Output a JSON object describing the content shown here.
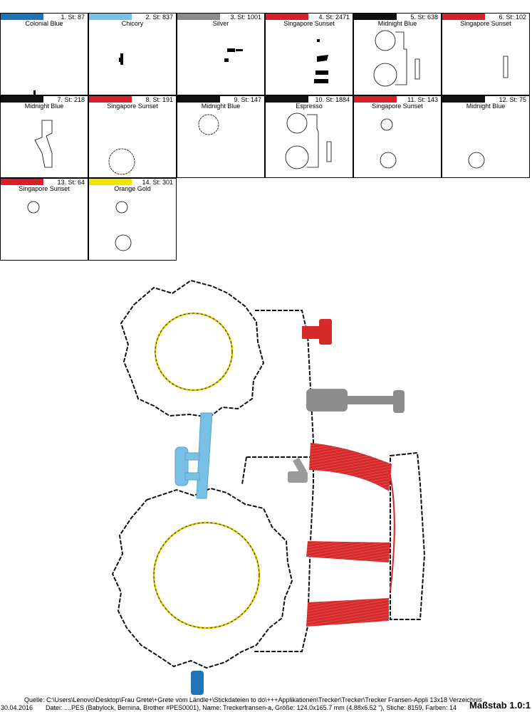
{
  "colors": [
    {
      "label": "1. St: 87",
      "name": "Colonial Blue",
      "hex": "#1f74b8"
    },
    {
      "label": "2. St: 837",
      "name": "Chicory",
      "hex": "#79c0e6"
    },
    {
      "label": "3. St: 1001",
      "name": "Silver",
      "hex": "#8a8a8a"
    },
    {
      "label": "4. St: 2471",
      "name": "Singapore Sunset",
      "hex": "#d9202a"
    },
    {
      "label": "5. St: 638",
      "name": "Midnight Blue",
      "hex": "#111111"
    },
    {
      "label": "6. St: 102",
      "name": "Singapore Sunset",
      "hex": "#d9202a"
    },
    {
      "label": "7. St: 218",
      "name": "Midnight Blue",
      "hex": "#111111"
    },
    {
      "label": "8. St: 191",
      "name": "Singapore Sunset",
      "hex": "#d9202a"
    },
    {
      "label": "9. St: 147",
      "name": "Midnight Blue",
      "hex": "#111111"
    },
    {
      "label": "10. St: 1884",
      "name": "Espresso",
      "hex": "#111111"
    },
    {
      "label": "11. St: 143",
      "name": "Singapore Sunset",
      "hex": "#d9202a"
    },
    {
      "label": "12. St: 75",
      "name": "Midnight Blue",
      "hex": "#111111"
    },
    {
      "label": "13. St: 64",
      "name": "Singapore Sunset",
      "hex": "#d9202a"
    },
    {
      "label": "14. St: 301",
      "name": "Orange Gold",
      "hex": "#f2e600"
    }
  ],
  "footer": {
    "source": "Quelle: C:\\Users\\Lenovo\\Desktop\\Frau Grete\\+Grete vom Ländle+\\Stickdateien to do\\+++Applikationen\\Trecker\\Trecker\\Trecker Fransen-Appli 13x18 Verzeichnis",
    "date": "30.04.2016",
    "details": "Datei: ....PES (Babylock, Bernina, Brother #PES0001), Name: Treckerfransen-a, Größe: 124.0x165.7 mm (4.88x6.52 \"), Stiche: 8159, Farben: 14",
    "scale": "Maßstab 1.0:1"
  }
}
